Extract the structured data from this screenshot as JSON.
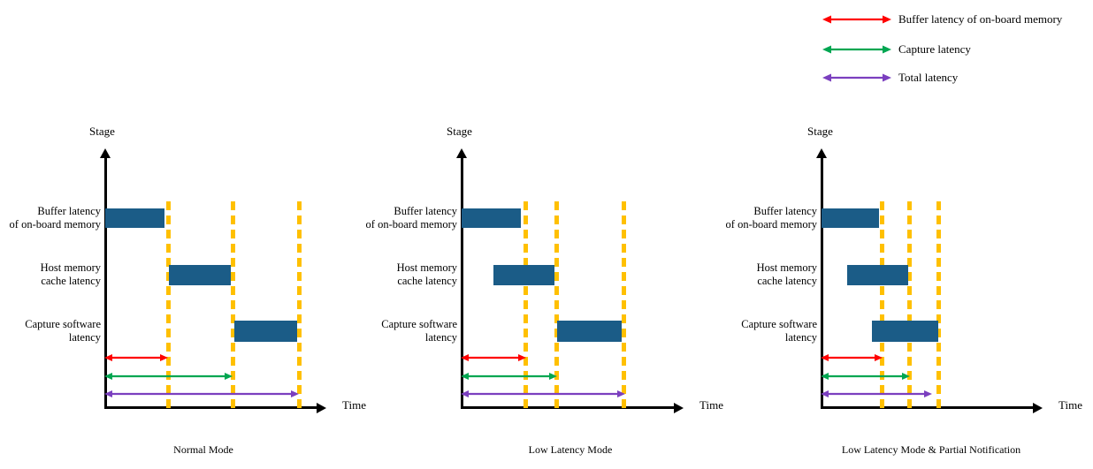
{
  "legend": {
    "items": [
      {
        "label": "Buffer latency of on-board memory",
        "color": "#FF0000",
        "icon": "double-arrow-icon"
      },
      {
        "label": "Capture latency",
        "color": "#00A651",
        "icon": "double-arrow-icon"
      },
      {
        "label": "Total latency",
        "color": "#7B3FBF",
        "icon": "double-arrow-icon"
      }
    ]
  },
  "axis_labels": {
    "y": "Stage",
    "x": "Time"
  },
  "stage_rows": [
    "Buffer latency\nof on-board memory",
    "Host memory\ncache latency",
    "Capture software\nlatency"
  ],
  "colors": {
    "bar": "#1b5c87",
    "marker": "#FFC000",
    "axis": "#000000",
    "buffer_latency": "#FF0000",
    "capture_latency": "#00A651",
    "total_latency": "#7B3FBF"
  },
  "chart_data": {
    "type": "bar",
    "title": "",
    "xlabel": "Time",
    "ylabel": "Stage",
    "grid": false,
    "legend_position": "top-right",
    "panels": [
      {
        "caption": "Normal Mode",
        "categories": [
          "Buffer latency of on-board memory",
          "Host memory cache latency",
          "Capture software latency"
        ],
        "bars": [
          {
            "stage": "Buffer latency of on-board memory",
            "start": 0.0,
            "end": 1.0
          },
          {
            "stage": "Host memory cache latency",
            "start": 1.0,
            "end": 2.0
          },
          {
            "stage": "Capture software latency",
            "start": 2.0,
            "end": 3.0
          }
        ],
        "markers": [
          1.0,
          2.0,
          3.0
        ],
        "measures": [
          {
            "name": "Buffer latency of on-board memory",
            "start": 0.0,
            "end": 1.0
          },
          {
            "name": "Capture latency",
            "start": 0.0,
            "end": 2.0
          },
          {
            "name": "Total latency",
            "start": 0.0,
            "end": 3.0
          }
        ]
      },
      {
        "caption": "Low Latency Mode",
        "categories": [
          "Buffer latency of on-board memory",
          "Host memory cache latency",
          "Capture software latency"
        ],
        "bars": [
          {
            "stage": "Buffer latency of on-board memory",
            "start": 0.0,
            "end": 1.0
          },
          {
            "stage": "Host memory cache latency",
            "start": 0.54,
            "end": 1.55
          },
          {
            "stage": "Capture software latency",
            "start": 1.58,
            "end": 2.65
          }
        ],
        "markers": [
          1.0,
          1.55,
          2.65
        ],
        "measures": [
          {
            "name": "Buffer latency of on-board memory",
            "start": 0.0,
            "end": 1.0
          },
          {
            "name": "Capture latency",
            "start": 0.0,
            "end": 1.55
          },
          {
            "name": "Total latency",
            "start": 0.0,
            "end": 2.65
          }
        ]
      },
      {
        "caption": "Low Latency Mode & Partial Notification",
        "categories": [
          "Buffer latency of on-board memory",
          "Host memory cache latency",
          "Capture software latency"
        ],
        "bars": [
          {
            "stage": "Buffer latency of on-board memory",
            "start": 0.0,
            "end": 0.96
          },
          {
            "stage": "Host memory cache latency",
            "start": 0.43,
            "end": 1.45
          },
          {
            "stage": "Capture software latency",
            "start": 0.84,
            "end": 1.95
          }
        ],
        "markers": [
          1.0,
          1.46,
          1.96
        ],
        "measures": [
          {
            "name": "Buffer latency of on-board memory",
            "start": 0.0,
            "end": 1.0
          },
          {
            "name": "Capture latency",
            "start": 0.0,
            "end": 1.46
          },
          {
            "name": "Total latency",
            "start": 0.0,
            "end": 1.82
          }
        ]
      }
    ]
  }
}
